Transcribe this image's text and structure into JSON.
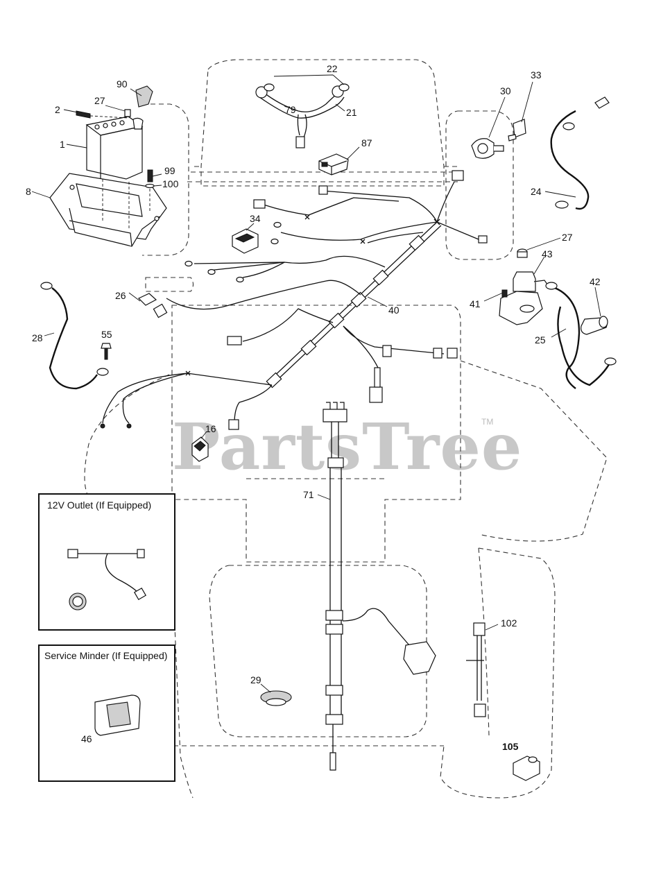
{
  "watermark": {
    "text": "PartsTree",
    "trademark": "TM"
  },
  "insets": {
    "outlet_title": "12V Outlet (If Equipped)",
    "service_minder_title": "Service Minder (If Equipped)"
  },
  "callouts": {
    "c90": "90",
    "c27a": "27",
    "c2": "2",
    "c1": "1",
    "c99": "99",
    "c100": "100",
    "c8": "8",
    "c22": "22",
    "c79": "79",
    "c21": "21",
    "c87": "87",
    "c34": "34",
    "c30": "30",
    "c33": "33",
    "c24": "24",
    "c27b": "27",
    "c43": "43",
    "c42": "42",
    "c41": "41",
    "c25": "25",
    "c40": "40",
    "c26": "26",
    "c28": "28",
    "c55": "55",
    "c16": "16",
    "c71": "71",
    "c102": "102",
    "c29": "29",
    "c46": "46",
    "c105": "105"
  }
}
